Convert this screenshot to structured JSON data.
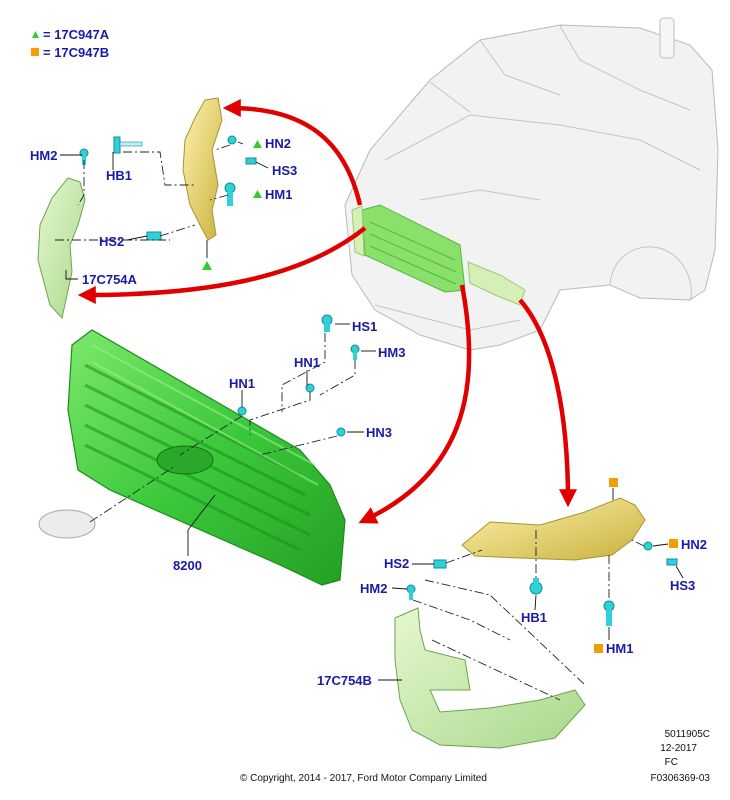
{
  "legend": {
    "green_label": "= 17C947A",
    "orange_label": "= 17C947B",
    "green_marker_color": "#33cc33",
    "orange_marker_color": "#f0a000"
  },
  "colors": {
    "label_blue": "#1a1aa8",
    "grille_green": "#33cc33",
    "bracket_yellow": "#e8d466",
    "fastener_cyan": "#2fd0d8",
    "arrow_red": "#e00000"
  },
  "callouts": {
    "top_left": {
      "hm2": "HM2",
      "hb1": "HB1",
      "hn2": "HN2",
      "hs3": "HS3",
      "hm1": "HM1",
      "hs2": "HS2",
      "trim": "17C754A"
    },
    "grille": {
      "hs1": "HS1",
      "hn1_right": "HN1",
      "hm3": "HM3",
      "hn1_left": "HN1",
      "hn3": "HN3",
      "part": "8200"
    },
    "bottom_right": {
      "hs2": "HS2",
      "hn2": "HN2",
      "hs3": "HS3",
      "hm2": "HM2",
      "hb1": "HB1",
      "hm1": "HM1",
      "trim": "17C754B"
    }
  },
  "footer": {
    "code": "5011905C",
    "date": "12-2017",
    "region": "FC",
    "figure_id": "F0306369-03",
    "copyright": "© Copyright, 2014 - 2017, Ford Motor Company Limited"
  }
}
